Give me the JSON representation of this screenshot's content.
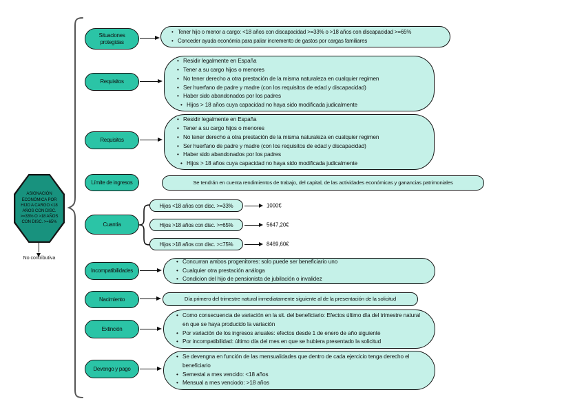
{
  "colors": {
    "pill_fill": "#2bc4a6",
    "octagon_fill": "#18927e",
    "box_fill": "#c5f1e8",
    "border": "#151515",
    "brace": "#555555"
  },
  "octagon": {
    "text": "ASIGNACIÓN ECONÓMICA POR HIJO A CARGO <18 AÑOS CON DISC. >=33% O >18 AÑOS CON DISC. >=65%",
    "footer": "No contributiva"
  },
  "rows": [
    {
      "label": "Situaciones protegidas",
      "bullets": [
        "Tener hijo o menor a cargo: <18 años con discapacidad >=33% o >18 años con discapacidad >=65%",
        "Conceder ayuda económia para paliar incremento de gastos por cargas familiares"
      ]
    },
    {
      "label": "Requisitos",
      "bullets": [
        "Residir legalmente en España",
        "Tener a su cargo hijos o menores",
        "No tener derecho a otra prestación de la misma naturaleza en cualquier regimen",
        "Ser huerfano de padre y madre (con los requisitos de edad y discapacidad)",
        "Haber sido abandonados por los padres",
        "Hijos > 18 años cuya capacidad no haya sido modificada judicalmente"
      ]
    },
    {
      "label": "Requisitos",
      "bullets": [
        "Residir legalmente en España",
        "Tener a su cargo hijos o menores",
        "No tener derecho a otra prestación de la misma naturaleza en cualquier regimen",
        "Ser huerfano de padre y madre (con los requisitos de edad y discapacidad)",
        "Haber sido abandonados por los padres",
        "Hijos > 18 años cuya capacidad no haya sido modificada judicalmente"
      ]
    },
    {
      "label": "Límite de ingresos",
      "text": "Se tendrán en cuenta rendimientos de trabajo, del capital, de las actividades económicas y ganancias patrimoniales"
    },
    {
      "label": "Cuantía",
      "items": [
        {
          "text": "Hijos <18 años con disc. >=33%",
          "value": "1000€"
        },
        {
          "text": "Hijos >18 años con disc. >=65%",
          "value": "5647,20€"
        },
        {
          "text": "Hijos >18 años con disc. >=75%",
          "value": "8469,60€"
        }
      ]
    },
    {
      "label": "Incompatibilidades",
      "bullets": [
        "Concurran ambos progenitores: solo puede ser beneficiario uno",
        "Cualquier otra prestación análoga",
        "Condicion del hijo de pensionista de jubilación o invalidez"
      ]
    },
    {
      "label": "Nacimiento",
      "text": "Día primero del trimestre natural inmediatamente siguiente al de la presentación de la solicitud"
    },
    {
      "label": "Extinción",
      "bullets": [
        "Como consecuencia de variación en la sit. del beneficiario: Efectos último día del trimestre natural en que se haya producido la variación",
        "Por variación de los ingresos anuales: efectos desde 1 de enero de año siguiente",
        "Por incompatibilidad: último día del mes en que se hubiera presentado la solicitud"
      ]
    },
    {
      "label": "Devengo y pago",
      "bullets": [
        "Se devengna en función de las mensualidades que dentro de cada ejercicio tenga derecho el beneficiario",
        "Semestal a mes vencido: <18 años",
        "Mensual a mes venciodo: >18 años"
      ]
    }
  ]
}
